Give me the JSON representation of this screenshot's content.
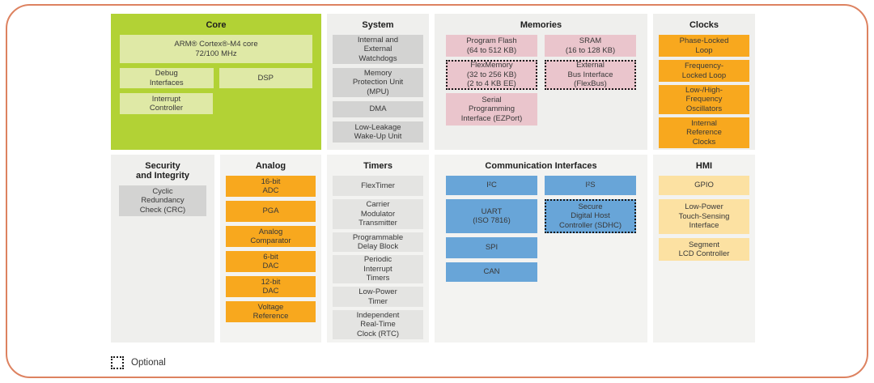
{
  "legend": {
    "optional_label": "Optional"
  },
  "colors": {
    "frame_border": "#dd8260",
    "core_panel_green": "#b2d235",
    "core_block_green": "#dfe9a6",
    "panel_gray_top": "#efefed",
    "panel_gray_bottom": "#f3f3f1",
    "system_block_gray": "#d3d3d2",
    "timers_block_gray": "#e4e4e2",
    "memories_block_pink": "#eac5cc",
    "communication_block_blue": "#68a5d8",
    "clocks_analog_block_orange": "#f8a81e",
    "hmi_block_yellow": "#fce1a2"
  },
  "sections": {
    "core": {
      "title": "Core",
      "blocks": [
        {
          "label": "ARM® Cortex®-M4 core\n72/100 MHz"
        },
        {
          "label": "Debug\nInterfaces"
        },
        {
          "label": "DSP"
        },
        {
          "label": "Interrupt\nController"
        }
      ]
    },
    "system": {
      "title": "System",
      "blocks": [
        {
          "label": "Internal and\nExternal\nWatchdogs"
        },
        {
          "label": "Memory\nProtection Unit\n(MPU)"
        },
        {
          "label": "DMA"
        },
        {
          "label": "Low-Leakage\nWake-Up Unit"
        }
      ]
    },
    "memories": {
      "title": "Memories",
      "left": [
        {
          "label": "Program Flash\n(64 to 512 KB)",
          "optional": false
        },
        {
          "label": "FlexMemory\n(32 to 256 KB)\n(2 to 4 KB EE)",
          "optional": true
        },
        {
          "label": "Serial\nProgramming\nInterface (EZPort)",
          "optional": false
        }
      ],
      "right": [
        {
          "label": "SRAM\n(16 to 128 KB)",
          "optional": false
        },
        {
          "label": "External\nBus Interface\n(FlexBus)",
          "optional": true
        }
      ]
    },
    "clocks": {
      "title": "Clocks",
      "blocks": [
        {
          "label": "Phase-Locked\nLoop"
        },
        {
          "label": "Frequency-\nLocked Loop"
        },
        {
          "label": "Low-/High-\nFrequency\nOscillators"
        },
        {
          "label": "Internal\nReference\nClocks"
        }
      ]
    },
    "security": {
      "title": "Security\nand Integrity",
      "blocks": [
        {
          "label": "Cyclic\nRedundancy\nCheck (CRC)"
        }
      ]
    },
    "analog": {
      "title": "Analog",
      "blocks": [
        {
          "label": "16-bit\nADC"
        },
        {
          "label": "PGA"
        },
        {
          "label": "Analog\nComparator"
        },
        {
          "label": "6-bit\nDAC"
        },
        {
          "label": "12-bit\nDAC"
        },
        {
          "label": "Voltage\nReference"
        }
      ]
    },
    "timers": {
      "title": "Timers",
      "blocks": [
        {
          "label": "FlexTimer"
        },
        {
          "label": "Carrier\nModulator\nTransmitter"
        },
        {
          "label": "Programmable\nDelay Block"
        },
        {
          "label": "Periodic\nInterrupt\nTimers"
        },
        {
          "label": "Low-Power\nTimer"
        },
        {
          "label": "Independent\nReal-Time\nClock (RTC)"
        }
      ]
    },
    "communication": {
      "title": "Communication Interfaces",
      "left": [
        {
          "label": "I²C"
        },
        {
          "label": "UART\n(ISO 7816)"
        },
        {
          "label": "SPI"
        },
        {
          "label": "CAN"
        }
      ],
      "right": [
        {
          "label": "I²S",
          "optional": false
        },
        {
          "label": "Secure\nDigital Host\nController (SDHC)",
          "optional": true
        }
      ]
    },
    "hmi": {
      "title": "HMI",
      "blocks": [
        {
          "label": "GPIO"
        },
        {
          "label": "Low-Power\nTouch-Sensing\nInterface"
        },
        {
          "label": "Segment\nLCD Controller"
        }
      ]
    }
  }
}
